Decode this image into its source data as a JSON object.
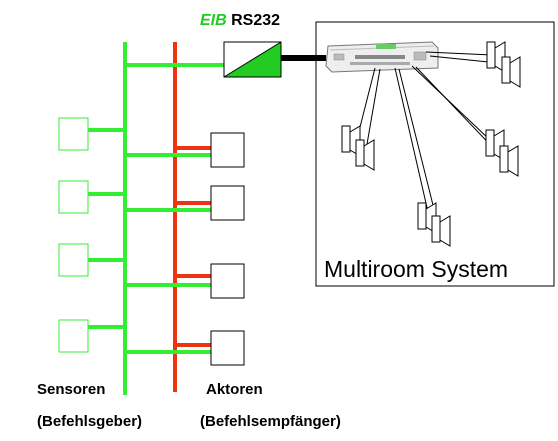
{
  "header": {
    "bus_label": "EIB",
    "interface_label": "RS232"
  },
  "multiroom": {
    "label": "Multiroom System"
  },
  "sensors": {
    "title": "Sensoren",
    "subtitle": "(Befehlsgeber)"
  },
  "actors": {
    "title": "Aktoren",
    "subtitle": "(Befehlsempfänger)"
  },
  "colors": {
    "sensor_bus": "#33ee33",
    "actor_bus": "#ee3311",
    "interface_fill": "#22cc22",
    "serial_cable": "#000000",
    "box_border": "#000000"
  }
}
